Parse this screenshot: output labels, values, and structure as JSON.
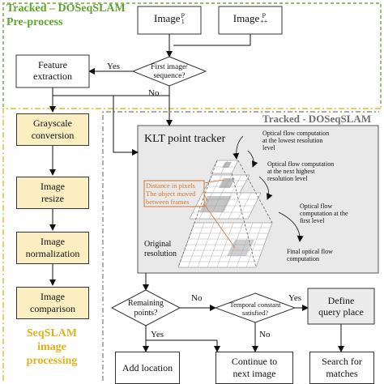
{
  "tracked_top": "Tracked – DOSeqSLAM",
  "preprocess": "Pre-process",
  "tracked_right": "Tracked - DOSeqSLAM",
  "image_word": "Image",
  "image_p_sup": "P",
  "image_p_sub": "1",
  "image_pp_sub": "++",
  "first_image_l1": "First image/",
  "first_image_l2": "sequence?",
  "yes1": "Yes",
  "no1": "No",
  "feature_l1": "Feature",
  "feature_l2": "extraction",
  "gray_l1": "Grayscale",
  "gray_l2": "conversion",
  "resize_l1": "Image",
  "resize_l2": "resize",
  "norm_l1": "Image",
  "norm_l2": "normalization",
  "comp_l1": "Image",
  "comp_l2": "comparison",
  "seqslam_l1": "SeqSLAM",
  "seqslam_l2": "image",
  "seqslam_l3": "processing",
  "klt_title": "KLT point tracker",
  "note1_l1": "Optical flow computation",
  "note1_l2": "at the lowest resolution",
  "note1_l3": "level",
  "note2_l1": "Optical flow computation",
  "note2_l2": "at the next highest",
  "note2_l3": "resolution level",
  "note3_l1": "Optical flow",
  "note3_l2": "computation at the",
  "note3_l3": "first level",
  "note4_l1": "Final optical flow",
  "note4_l2": "computation",
  "dist_l1": "Distance in pixels",
  "dist_l2": "The object moved",
  "dist_l3": "between  frames",
  "orig_l1": "Original",
  "orig_l2": "resolution",
  "remaining_l1": "Remaining",
  "remaining_l2": "points?",
  "no2": "No",
  "temporal_l1": "Temporal constant",
  "temporal_l2": "satisfied?",
  "yes2": "Yes",
  "define_l1": "Define",
  "define_l2": "query place",
  "yes3": "Yes",
  "no3": "No",
  "add_location": "Add location",
  "continue_l1": "Continue to",
  "continue_l2": "next image",
  "search_l1": "Search for",
  "search_l2": "matches",
  "colors": {
    "green": "#5ea42c",
    "gold": "#e0b21a",
    "grey": "#707070",
    "orange": "#d4752d",
    "yellow_fill": "#fbeec0"
  }
}
